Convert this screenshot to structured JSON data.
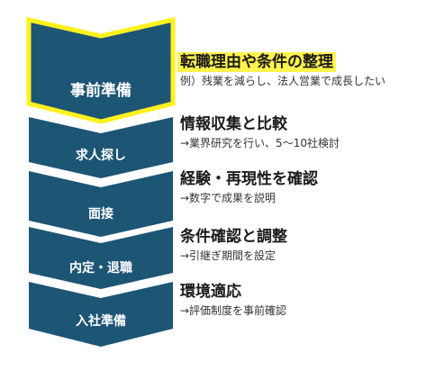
{
  "colors": {
    "chevron_fill": "#1d5575",
    "active_outline": "#fff01e",
    "highlight": "#fff34d"
  },
  "steps": [
    {
      "label": "事前準備",
      "title": "転職理由や条件の整理",
      "desc": "例）残業を減らし、法人営業で成長したい",
      "active": true
    },
    {
      "label": "求人探し",
      "title": "情報収集と比較",
      "desc": "→業界研究を行い、5〜10社検討",
      "active": false
    },
    {
      "label": "面接",
      "title": "経験・再現性を確認",
      "desc": "→数字で成果を説明",
      "active": false
    },
    {
      "label": "内定・退職",
      "title": "条件確認と調整",
      "desc": "→引継ぎ期間を設定",
      "active": false
    },
    {
      "label": "入社準備",
      "title": "環境適応",
      "desc": "→評価制度を事前確認",
      "active": false
    }
  ]
}
